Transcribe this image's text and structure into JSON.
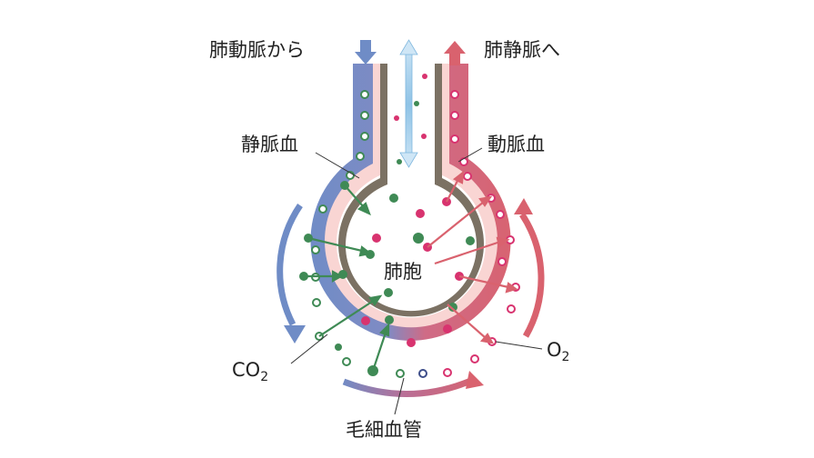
{
  "labels": {
    "from_pulmonary_artery": "肺動脈から",
    "to_pulmonary_vein": "肺静脈へ",
    "venous_blood": "静脈血",
    "arterial_blood": "動脈血",
    "alveolus": "肺胞",
    "co2_main": "CO",
    "co2_sub": "2",
    "o2_main": "O",
    "o2_sub": "2",
    "capillary": "毛細血管"
  },
  "colors": {
    "venous": "#6f8cc6",
    "arterial": "#d9626e",
    "inner_pink": "#f9d5d3",
    "wall": "#7b7163",
    "co2_green": "#3f8a55",
    "o2_magenta": "#d8336f",
    "airflow": "#a9d2ee"
  }
}
